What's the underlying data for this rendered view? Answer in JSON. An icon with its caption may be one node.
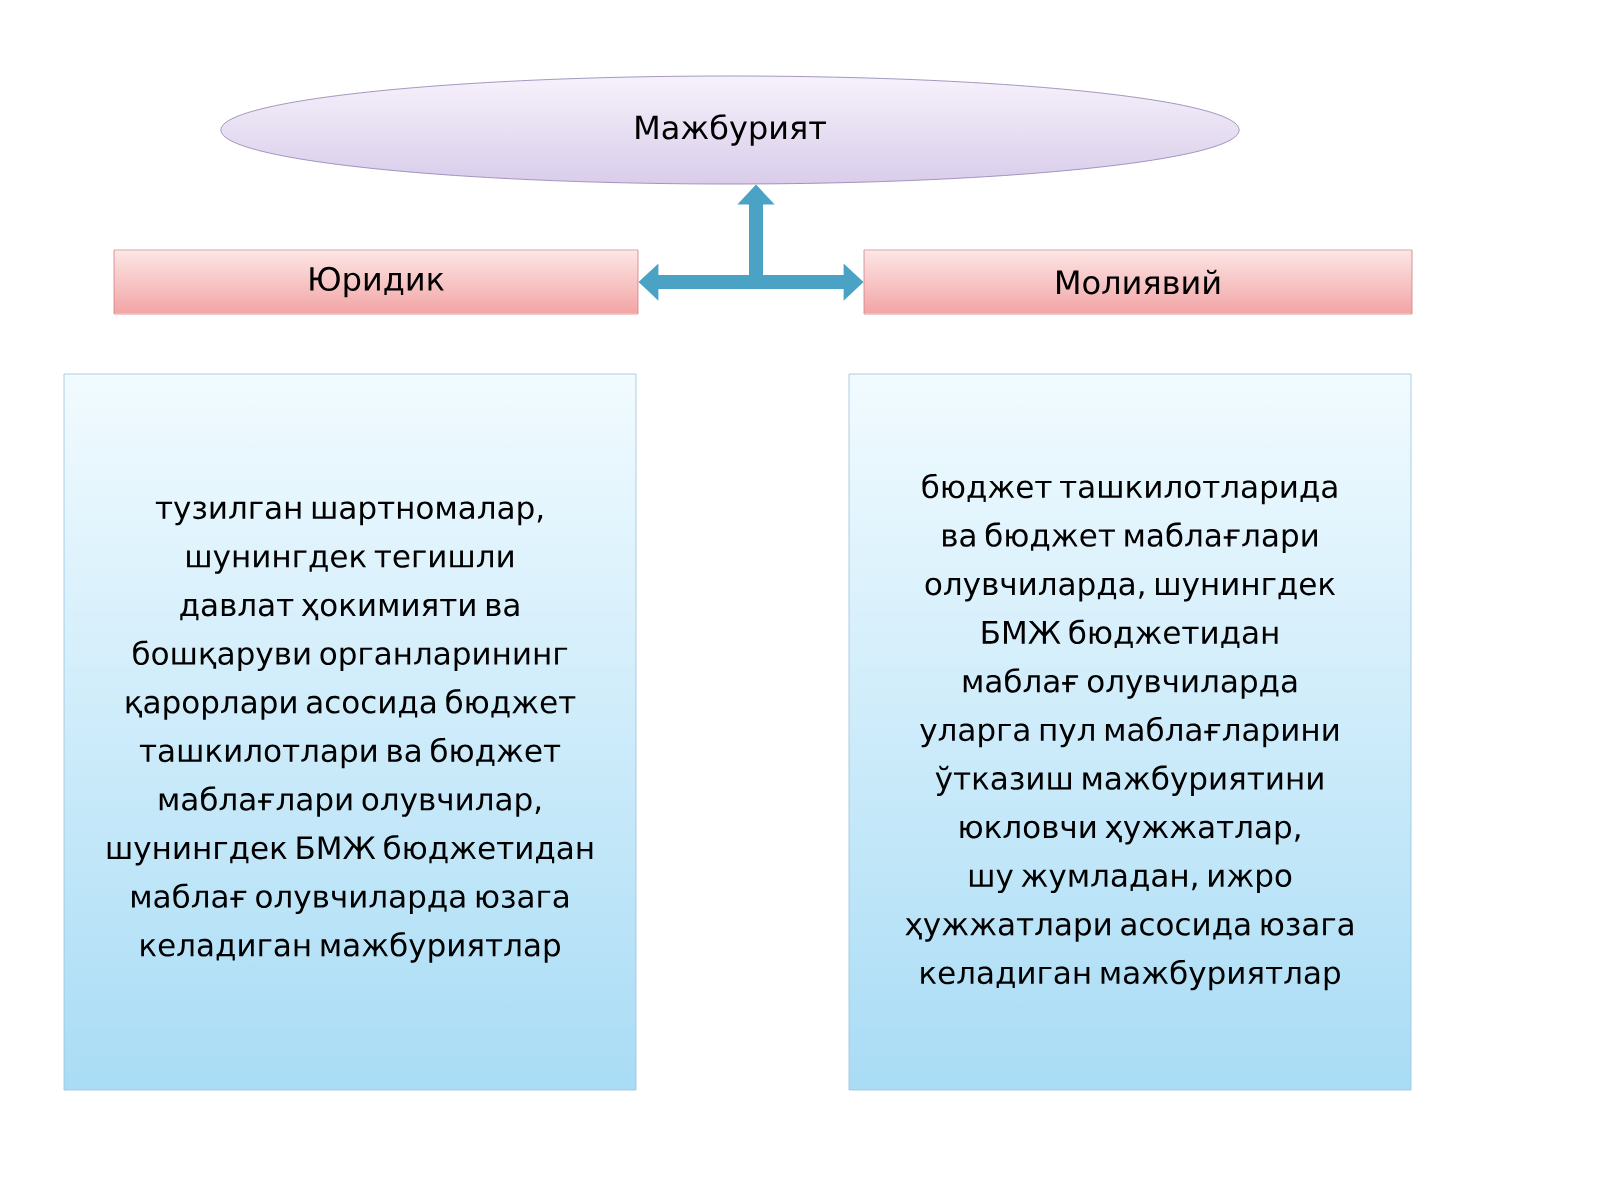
{
  "diagram": {
    "nodes": [
      {
        "text": [
          "Мажбурият"
        ]
      },
      {
        "text": [
          "Юридик"
        ]
      },
      {
        "text": [
          "Молиявий"
        ]
      },
      {
        "text": [
          "тузилган шартномалар, шунингдек тегишли давлат ҳокимияти ва бошқаруви органларининг қарорлари асосида бюджет ташкилотлари ва бюджет маблағлари олувчилар, шунингдек БМЖ бюджетидан маблағ олувчиларда юзага келадиган мажбуриятлар"
        ]
      },
      {
        "text": [
          "бюджет ташкилотларида ва бюджет маблағлари олувчиларда, шунингдек БМЖ бюджетидан маблағ олувчиларда уларга пул маблағларини ўтказиш мажбуриятини юкловчи ҳужжатлар, шу жумладан, ижро ҳужжатлари асосида юзага келадиган мажбуриятлар"
        ]
      }
    ],
    "edges": [
      {
        "from": null,
        "to": 0,
        "arrow": "to"
      },
      {
        "from": null,
        "to": 1,
        "arrow": "to"
      },
      {
        "from": null,
        "to": 2,
        "arrow": "to"
      }
    ]
  }
}
